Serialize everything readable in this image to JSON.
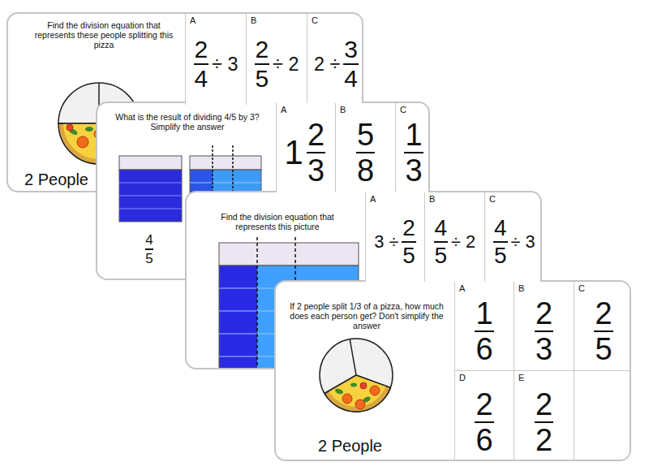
{
  "diagram": {
    "nodes": [
      {
        "text": [
          "Find the division equation that represents these people splitting this pizza",
          "2 People"
        ]
      },
      {
        "text": [
          "A",
          "2",
          "4",
          "÷ 3"
        ],
        "in": 0
      },
      {
        "text": [
          "B",
          "2",
          "5",
          "÷ 2"
        ],
        "in": 0
      },
      {
        "text": [
          "C",
          "2 ÷",
          "3",
          "4"
        ],
        "in": 0
      },
      {
        "text": [
          "What is the result of dividing 4/5 by 3? Simplify the answer",
          "4",
          "5"
        ]
      },
      {
        "text": [
          "A",
          "1",
          "2",
          "3"
        ],
        "in": 4
      },
      {
        "text": [
          "B",
          "5",
          "8"
        ],
        "in": 4
      },
      {
        "text": [
          "C",
          "1",
          "3"
        ],
        "in": 4
      },
      {
        "text": [
          "Find the division equation that represents this picture"
        ]
      },
      {
        "text": [
          "A",
          "3 ÷",
          "2",
          "5"
        ],
        "in": 8
      },
      {
        "text": [
          "B",
          "4",
          "5",
          "÷ 2"
        ],
        "in": 8
      },
      {
        "text": [
          "C",
          "4",
          "5",
          "÷ 3"
        ],
        "in": 8
      },
      {
        "text": [
          "If 2 people split 1/3 of a pizza, how much does each person get? Don't simplify the answer",
          "2 People"
        ]
      },
      {
        "text": [
          "A",
          "1",
          "6"
        ],
        "in": 12
      },
      {
        "text": [
          "B",
          "2",
          "3"
        ],
        "in": 12
      },
      {
        "text": [
          "C",
          "2",
          "5"
        ],
        "in": 12
      },
      {
        "text": [
          "D",
          "2",
          "6"
        ],
        "in": 12
      },
      {
        "text": [
          "E",
          "2",
          "2"
        ],
        "in": 12
      }
    ]
  }
}
